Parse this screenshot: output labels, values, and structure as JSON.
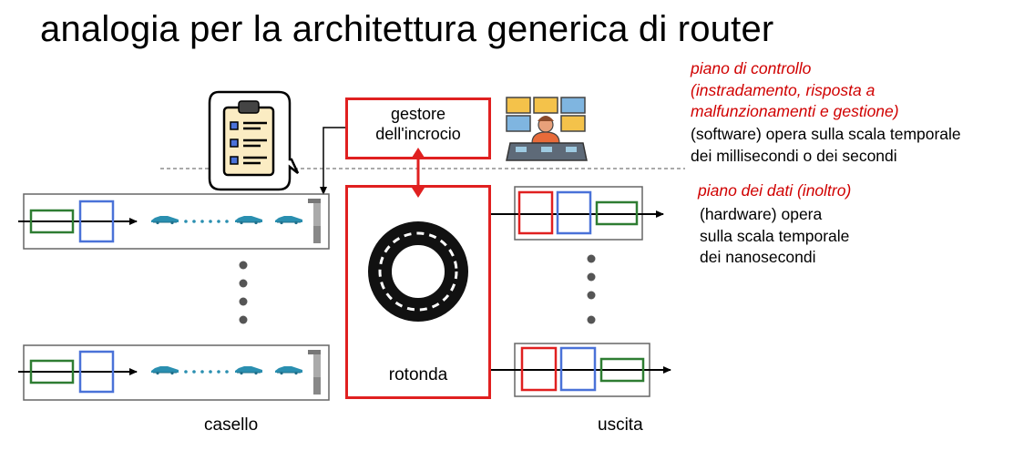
{
  "title": "analogia per la architettura generica di router",
  "control_plane": {
    "red_lines": [
      "piano di controllo",
      "(instradamento, risposta a",
      "malfunzionamenti e gestione)"
    ],
    "black_lines": [
      "(software) opera sulla scala temporale",
      "dei millisecondi o dei secondi"
    ]
  },
  "data_plane": {
    "red_line": "piano dei dati (inoltro)",
    "black_lines": [
      "(hardware) opera",
      "sulla scala temporale",
      "dei nanosecondi"
    ]
  },
  "manager": {
    "lines": [
      "gestore",
      "dell'incrocio"
    ]
  },
  "roundabout": {
    "label": "rotonda"
  },
  "labels": {
    "input": "casello",
    "output": "uscita"
  },
  "colors": {
    "red": "#e02020",
    "italic_red": "#d00000",
    "green": "#2e7d32",
    "blue": "#4a72d8",
    "car": "#2a8fb0"
  },
  "icons": [
    "clipboard-icon",
    "operator-console-icon",
    "roundabout-icon",
    "car-icon",
    "toll-gate-icon"
  ]
}
